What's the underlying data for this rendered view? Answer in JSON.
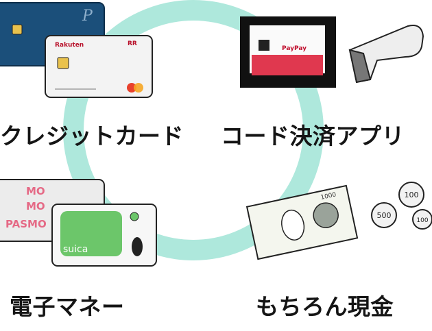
{
  "labels": {
    "credit_card": "クレジットカード",
    "code_payment": "コード決済アプリ",
    "e_money": "電子マネー",
    "cash": "もちろん現金"
  },
  "card_text": {
    "rakuten_brand": "Rakuten",
    "paypay_brand": "PayPay",
    "mo_1": "MO",
    "mo_2": "MO",
    "pasmo": "PASMO",
    "suica": "suica",
    "coin_100_a": "100",
    "coin_500": "500",
    "coin_100_b": "100",
    "bill_value": "1000"
  },
  "colors": {
    "ring": "#aee8dc",
    "premium_card": "#1b4f7a",
    "paypay_red": "#e0384f",
    "suica_green": "#6cc66a",
    "pasmo_pink": "#e56a86"
  }
}
